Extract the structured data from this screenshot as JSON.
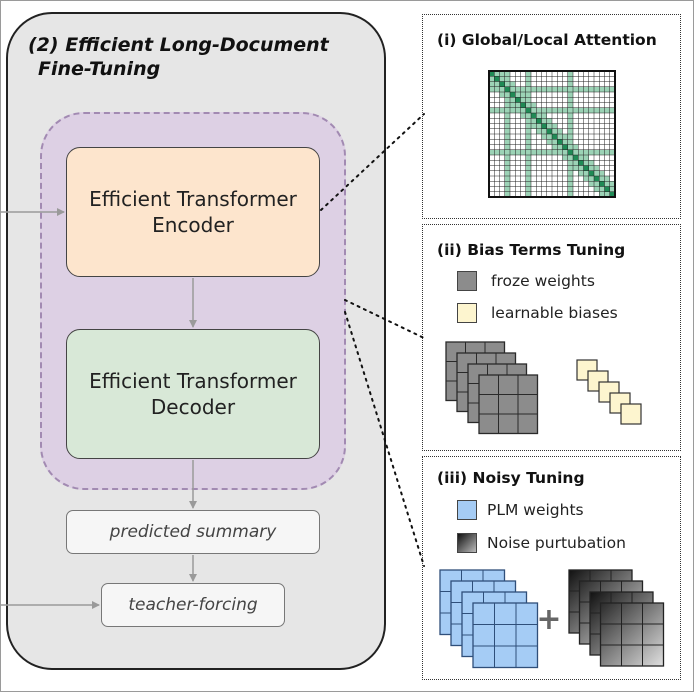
{
  "main_panel": {
    "title_line1": "(2) Efficient Long-Document",
    "title_line2": "Fine-Tuning",
    "encoder_line1": "Efficient Transformer",
    "encoder_line2": "Encoder",
    "decoder_line1": "Efficient Transformer",
    "decoder_line2": "Decoder",
    "summary_label": "predicted summary",
    "teacher_label": "teacher-forcing"
  },
  "global_local_attention": {
    "title": "(i) Global/Local Attention"
  },
  "bias_terms_tuning": {
    "title": "(ii) Bias Terms Tuning",
    "legend": [
      {
        "label": "froze weights",
        "color": "#8c8c8c"
      },
      {
        "label": "learnable biases",
        "color": "#fdf5cf"
      }
    ]
  },
  "noisy_tuning": {
    "title": "(iii) Noisy Tuning",
    "legend": [
      {
        "label": "PLM weights",
        "color": "#a5ccf5"
      },
      {
        "label": "Noise purtubation",
        "color": "gradient-dark-to-light"
      }
    ],
    "operator": "+"
  },
  "colors": {
    "panel_bg": "#e6e6e6",
    "group_bg": "#ddd0e4",
    "group_border": "#a28ab2",
    "encoder_bg": "#fde5cd",
    "decoder_bg": "#d8e8d7",
    "attention_green": "#1f8a55",
    "attention_light": "#9cd3b6"
  }
}
